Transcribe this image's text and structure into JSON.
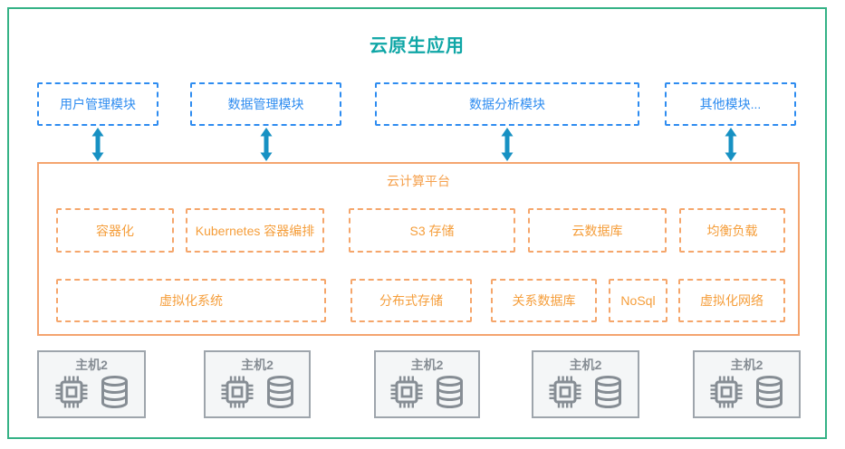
{
  "title": "云原生应用",
  "modules": [
    {
      "label": "用户管理模块"
    },
    {
      "label": "数据管理模块"
    },
    {
      "label": "数据分析模块"
    },
    {
      "label": "其他模块..."
    }
  ],
  "platform": {
    "label": "云计算平台",
    "row1": [
      {
        "label": "容器化"
      },
      {
        "label": "Kubernetes 容器编排"
      },
      {
        "label": "S3 存储"
      },
      {
        "label": "云数据库"
      },
      {
        "label": "均衡负载"
      }
    ],
    "row2": [
      {
        "label": "虚拟化系统"
      },
      {
        "label": "分布式存储"
      },
      {
        "label": "关系数据库"
      },
      {
        "label": "NoSql"
      },
      {
        "label": "虚拟化网络"
      }
    ]
  },
  "hosts": [
    {
      "label": "主机2"
    },
    {
      "label": "主机2"
    },
    {
      "label": "主机2"
    },
    {
      "label": "主机2"
    },
    {
      "label": "主机2"
    }
  ],
  "icons": {
    "cpu": "cpu-icon",
    "database": "database-icon",
    "arrow": "double-arrow-icon"
  },
  "colors": {
    "frame_green": "#35B286",
    "title_teal": "#0FA6A6",
    "module_blue": "#2E8CF0",
    "arrow_blue": "#1791C3",
    "platform_border_orange": "#F4A46F",
    "platform_text_orange": "#F59E3B",
    "host_gray": "#868D94",
    "host_border_gray": "#9EA5AC",
    "host_bg": "#F4F6F7"
  }
}
